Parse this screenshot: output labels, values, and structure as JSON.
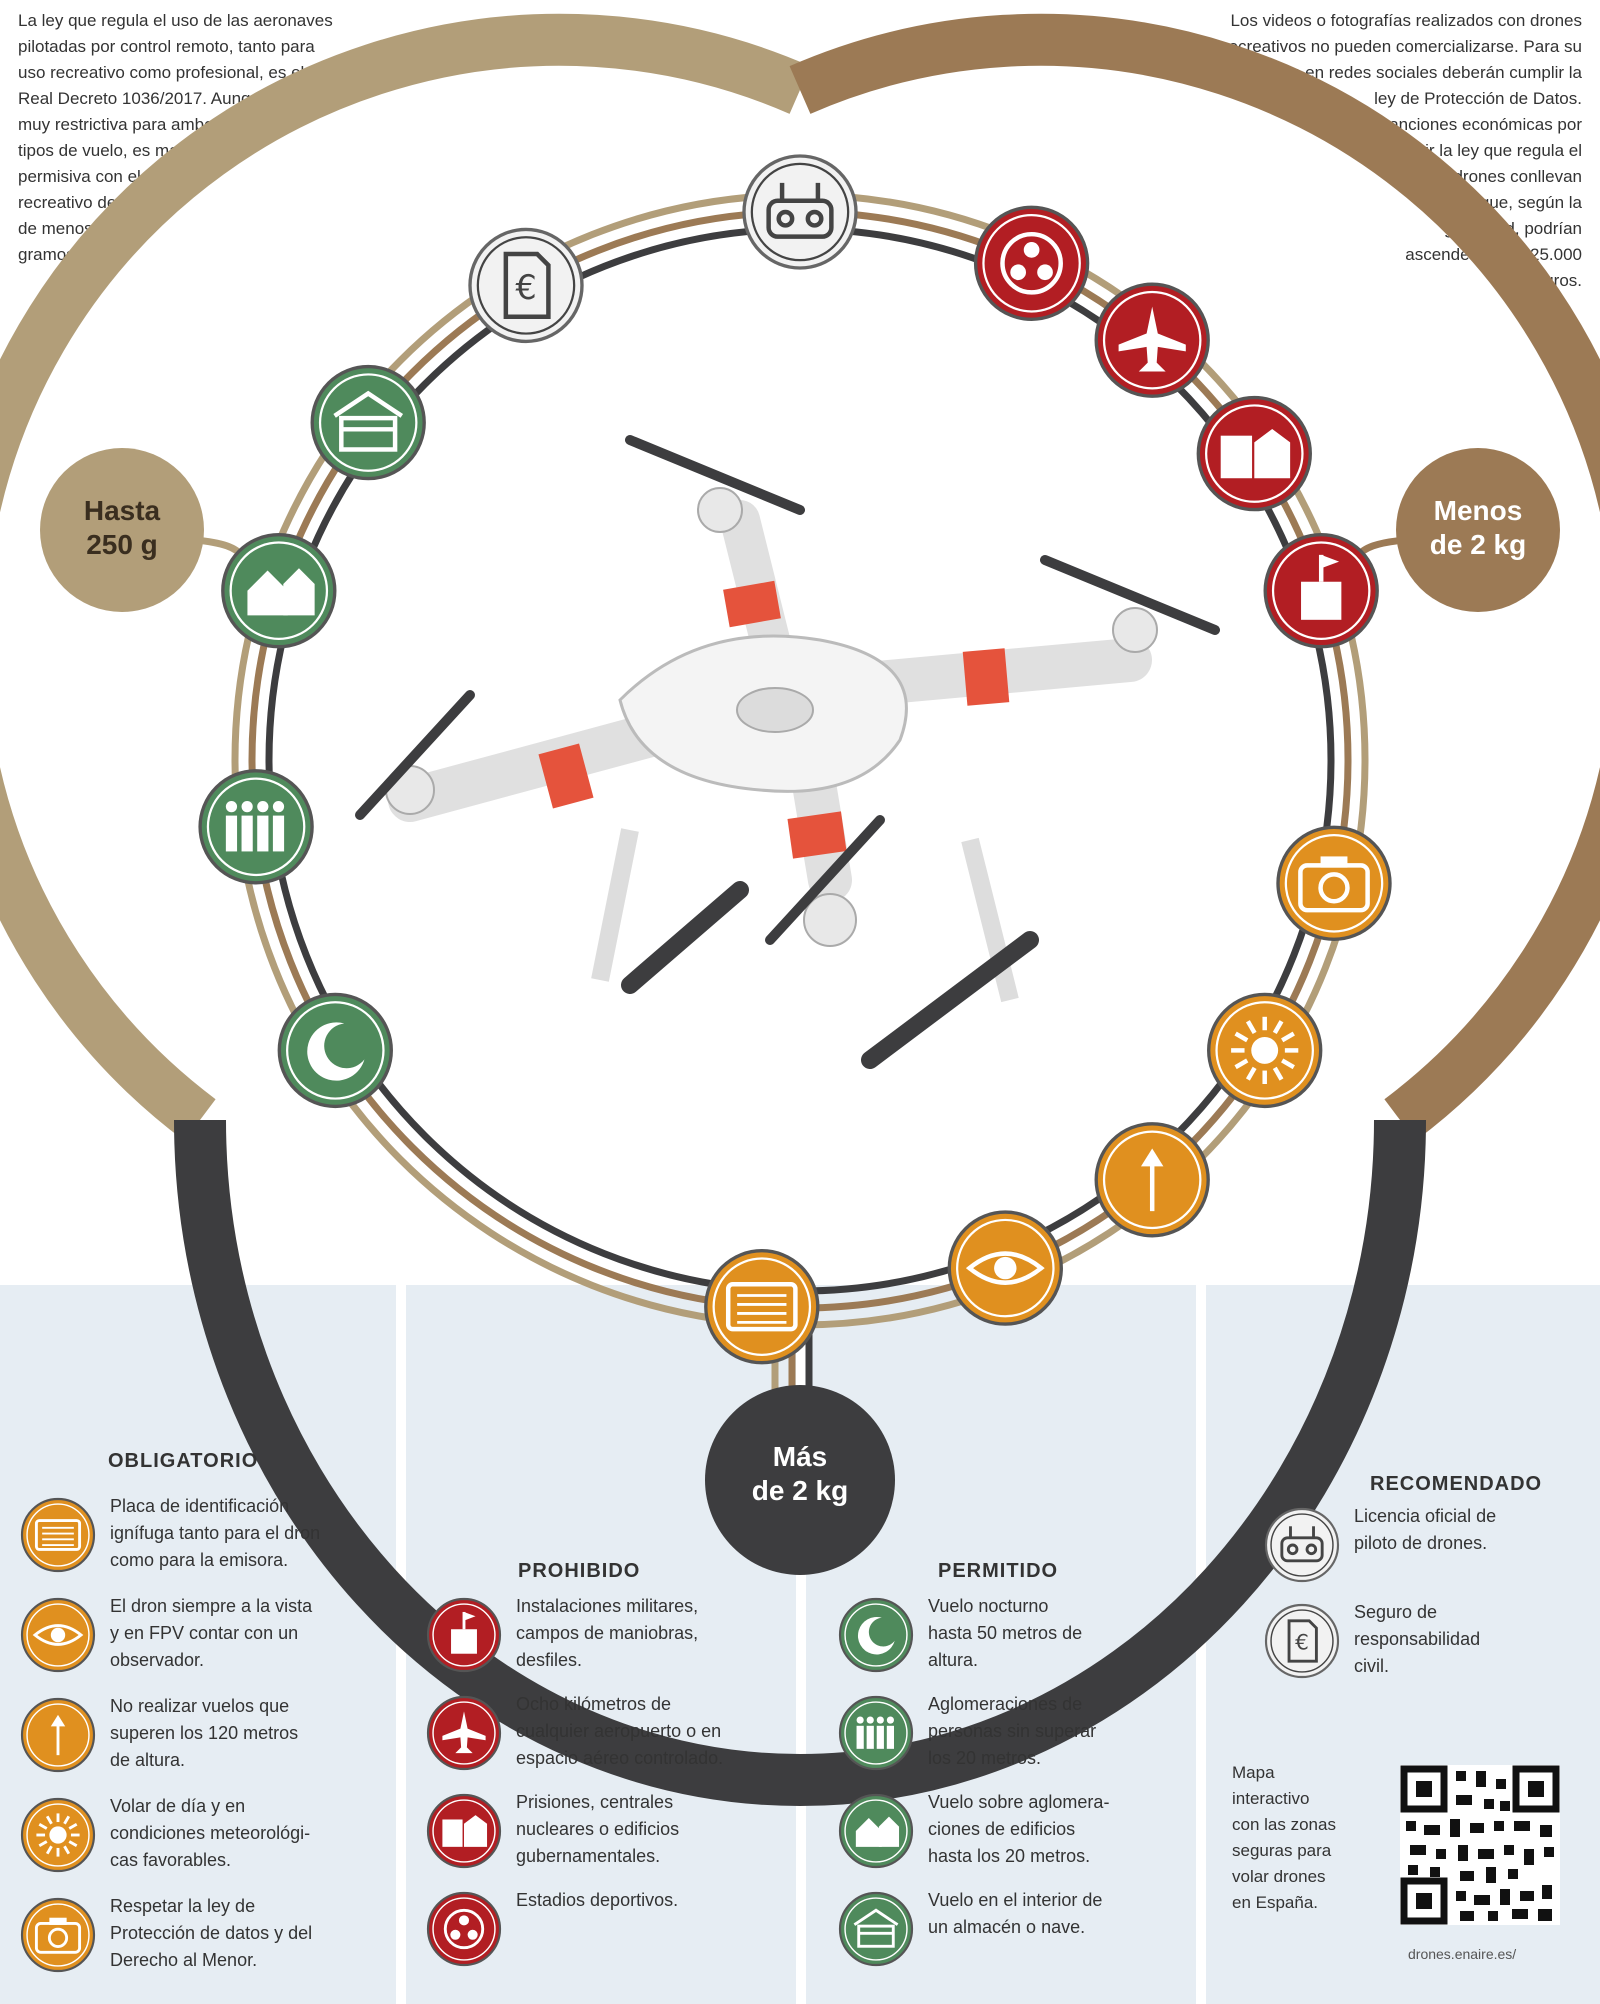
{
  "intro": {
    "left": "La ley que regula el uso de las aeronaves\npilotadas por control remoto, tanto para\nuso recreativo como profesional, es el\nReal Decreto 1036/2017. Aunque\nmuy restrictiva para ambos\ntipos de vuelo, es mas para\npermisiva con el uso\nrecreativo de drones\nde menos de 250\ngramos.",
    "right": "Los videos o fotografías realizados con drones\nrecreativos no pueden comercializarse. Para su\npublicación en redes sociales deberán cumplir la\nley de Protección de Datos.\nLas sanciones económicas por\ncontravenir la ley que regula el\nvuelo de drones conllevan\nmultas que, según la\ngravedad, podrían\nascender a los 225.000\neuros."
  },
  "hubs": {
    "left": {
      "line1": "Hasta",
      "line2": "250 g"
    },
    "right": {
      "line1": "Menos",
      "line2": "de 2 kg"
    },
    "bottom": {
      "line1": "Más",
      "line2": "de 2 kg"
    }
  },
  "colors": {
    "gold": "#b29e79",
    "brown": "#9c7a55",
    "charcoal": "#3d3d3f",
    "orange": "#e0901f",
    "green": "#4f8a5c",
    "red": "#b21e23",
    "white_icon": "#f2f2f2",
    "panel": "#e6edf3",
    "drone_accent": "#e5533c"
  },
  "ring_icons": [
    {
      "icon": "moon-icon",
      "category": "permitido"
    },
    {
      "icon": "people-icon",
      "category": "permitido"
    },
    {
      "icon": "houses-icon",
      "category": "permitido"
    },
    {
      "icon": "warehouse-icon",
      "category": "permitido"
    },
    {
      "icon": "insurance-document-icon",
      "category": "recomendado"
    },
    {
      "icon": "remote-control-icon",
      "category": "recomendado"
    },
    {
      "icon": "stadium-ball-icon",
      "category": "prohibido"
    },
    {
      "icon": "airplane-icon",
      "category": "prohibido"
    },
    {
      "icon": "government-building-icon",
      "category": "prohibido"
    },
    {
      "icon": "military-flag-icon",
      "category": "prohibido"
    },
    {
      "icon": "camera-icon",
      "category": "obligatorio"
    },
    {
      "icon": "sun-icon",
      "category": "obligatorio"
    },
    {
      "icon": "up-arrow-icon",
      "category": "obligatorio"
    },
    {
      "icon": "eye-icon",
      "category": "obligatorio"
    },
    {
      "icon": "id-plate-icon",
      "category": "obligatorio"
    }
  ],
  "sections": {
    "obligatorio": {
      "title": "OBLIGATORIO",
      "items": [
        {
          "icon": "id-plate-icon",
          "text": "Placa de identificación\nignífuga tanto para el dron\ncomo para la emisora."
        },
        {
          "icon": "eye-icon",
          "text": "El dron siempre a la vista\ny en FPV contar con un\nobservador."
        },
        {
          "icon": "up-arrow-icon",
          "text": "No realizar vuelos que\nsuperen los 120 metros\nde altura."
        },
        {
          "icon": "sun-icon",
          "text": "Volar de día y en\ncondiciones meteorológi-\ncas favorables."
        },
        {
          "icon": "camera-icon",
          "text": "Respetar la ley de\nProtección de datos y del\nDerecho al Menor."
        }
      ]
    },
    "prohibido": {
      "title": "PROHIBIDO",
      "items": [
        {
          "icon": "military-flag-icon",
          "text": "Instalaciones militares,\ncampos de maniobras,\ndesfiles."
        },
        {
          "icon": "airplane-icon",
          "text": "Ocho kilómetros de\ncualquier aeropuerto o en\nespacio aéreo controlado."
        },
        {
          "icon": "government-building-icon",
          "text": "Prisiones, centrales\nnucleares o edificios\ngubernamentales."
        },
        {
          "icon": "stadium-ball-icon",
          "text": "Estadios deportivos."
        }
      ]
    },
    "permitido": {
      "title": "PERMITIDO",
      "items": [
        {
          "icon": "moon-icon",
          "text": "Vuelo nocturno\nhasta 50 metros de\naltura."
        },
        {
          "icon": "people-icon",
          "text": "Aglomeraciones de\npersonas sin superar\nlos 20 metros."
        },
        {
          "icon": "houses-icon",
          "text": "Vuelo sobre aglomera-\nciones de edificios\nhasta los 20 metros."
        },
        {
          "icon": "warehouse-icon",
          "text": "Vuelo en el interior de\nun almacén o nave."
        }
      ]
    },
    "recomendado": {
      "title": "RECOMENDADO",
      "items": [
        {
          "icon": "remote-control-icon",
          "text": "Licencia oficial de\npiloto de drones."
        },
        {
          "icon": "insurance-document-icon",
          "text": "Seguro de\nresponsabilidad\ncivil."
        }
      ]
    }
  },
  "map": {
    "text": "Mapa\ninteractivo\ncon las zonas\nseguras para\nvolar drones\nen España.",
    "url": "drones.enaire.es/"
  }
}
